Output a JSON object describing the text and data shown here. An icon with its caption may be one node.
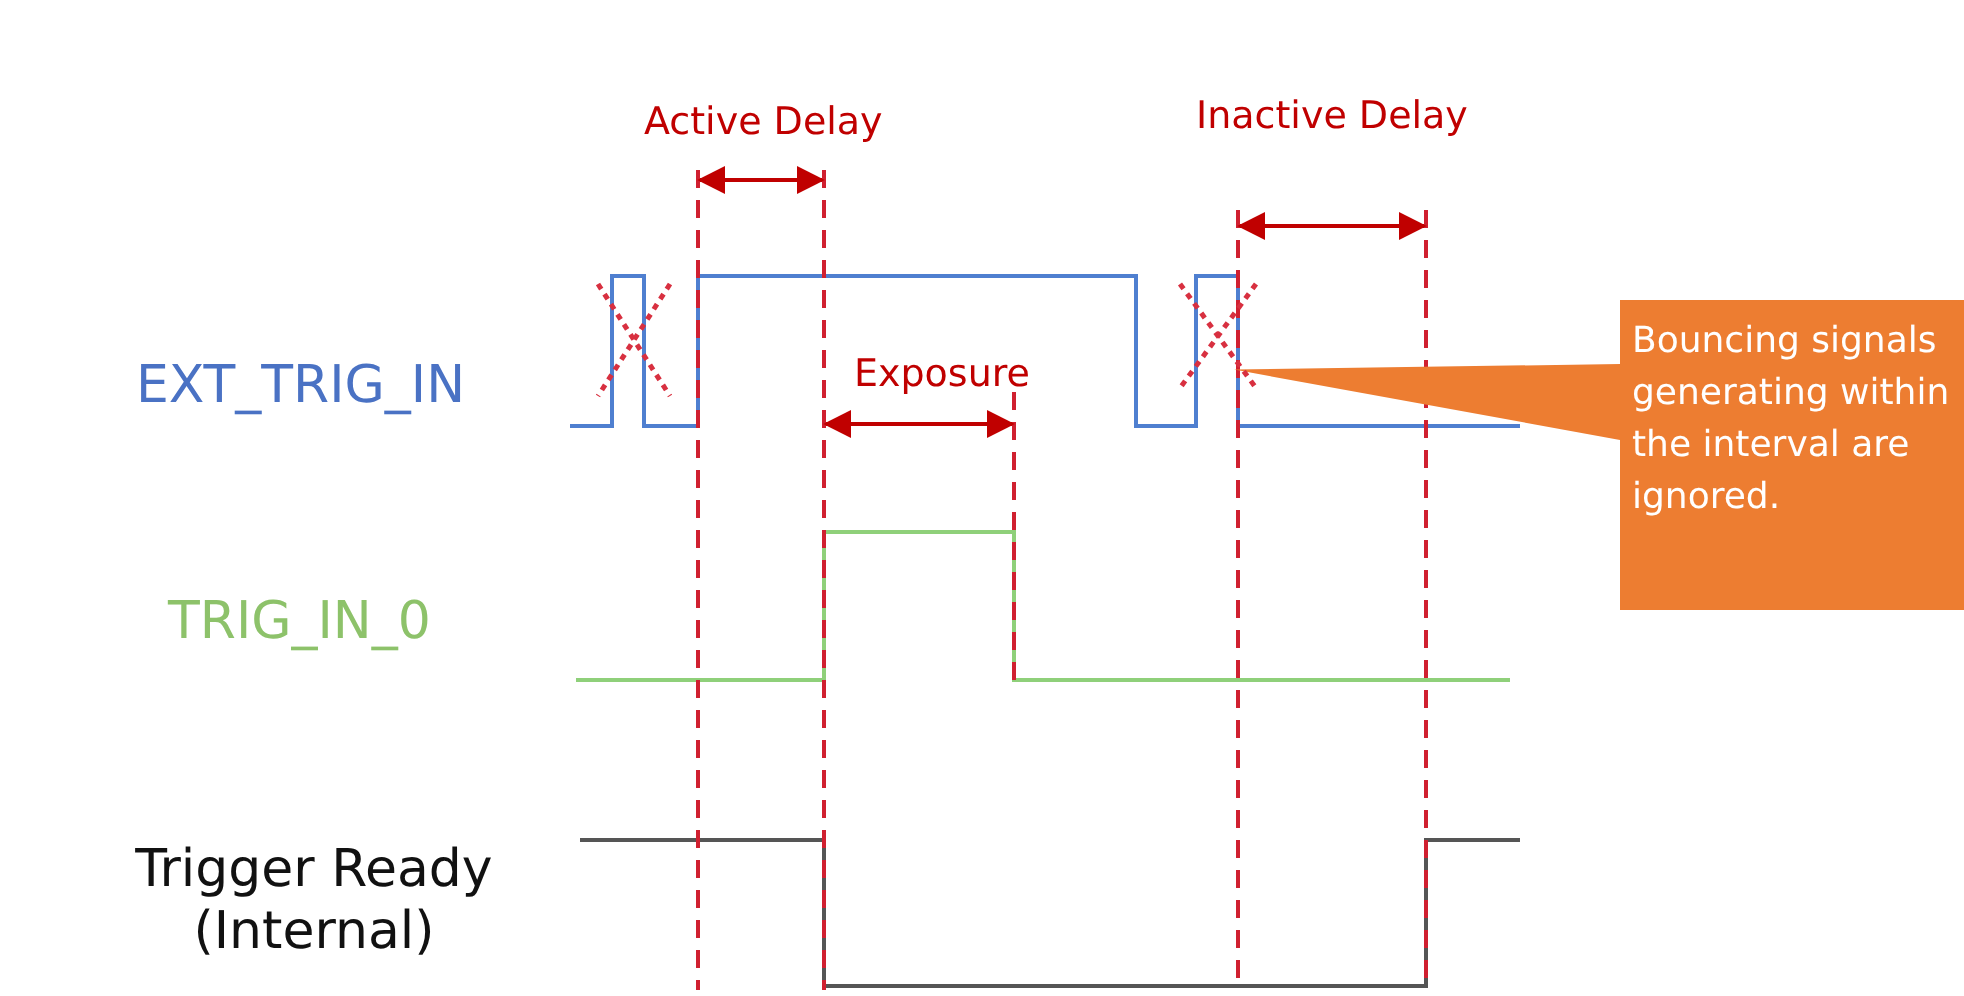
{
  "diagram": {
    "nodes": [
      {
        "text": [],
        "shape": "cross"
      },
      {
        "text": [],
        "shape": "cross"
      },
      {
        "text": [
          "Bouncing signals generating within the interval are ignored."
        ]
      }
    ],
    "edges": [
      {
        "from": 2,
        "to": 1,
        "arrow": "none"
      }
    ],
    "labels": [
      "Active Delay",
      "Inactive Delay",
      "Exposure",
      "EXT_TRIG_IN",
      "TRIG_IN_0",
      "Trigger Ready (Internal)"
    ]
  }
}
